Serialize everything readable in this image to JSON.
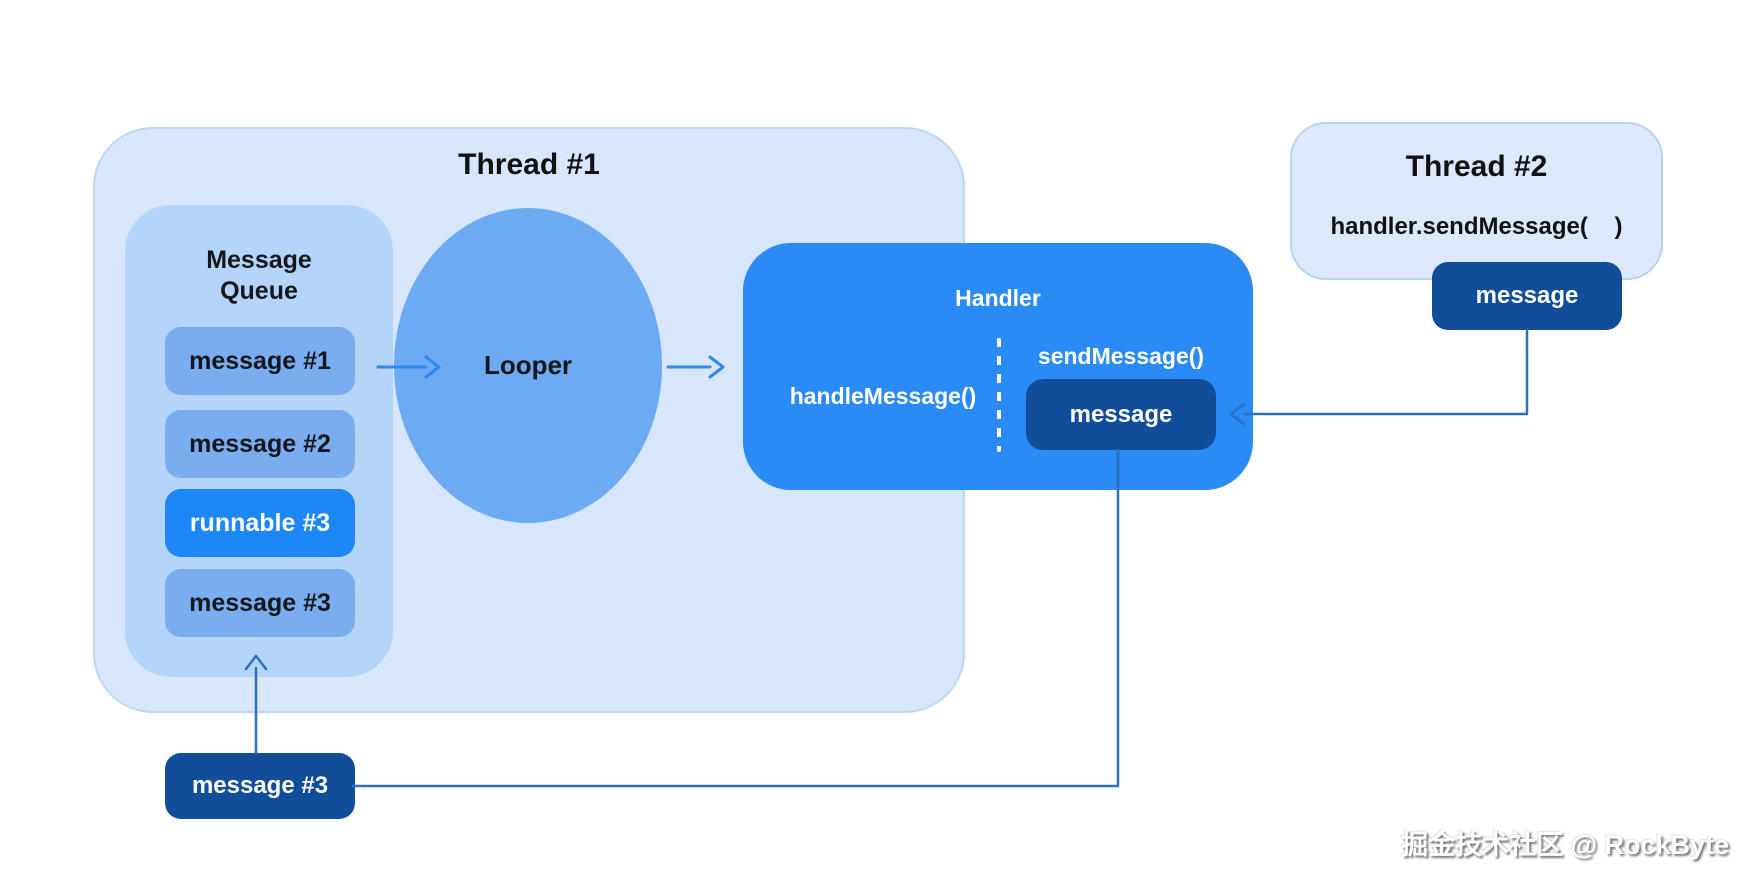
{
  "diagram": {
    "thread1": {
      "title": "Thread #1"
    },
    "message_queue": {
      "title": "Message\nQueue",
      "items": [
        {
          "label": "message #1",
          "variant": "normal"
        },
        {
          "label": "message #2",
          "variant": "normal"
        },
        {
          "label": "runnable #3",
          "variant": "highlight"
        },
        {
          "label": "message #3",
          "variant": "normal"
        }
      ]
    },
    "looper": {
      "label": "Looper"
    },
    "handler": {
      "title": "Handler",
      "handle_message_label": "handleMessage()",
      "send_message_label": "sendMessage()",
      "message_label": "message"
    },
    "thread2": {
      "title": "Thread #2",
      "code_label": "handler.sendMessage(    )",
      "message_label": "message"
    },
    "pending_message": {
      "label": "message #3"
    },
    "watermark": "掘金技术社区 @ RockByte",
    "colors": {
      "background": "#ffffff",
      "thread_fill": "#d7e6fb",
      "thread_border": "#bdd7f3",
      "message_queue_fill": "#b4d5f9",
      "queue_item_fill": "#79adf0",
      "highlight_blue": "#1d87f8",
      "handler_blue": "#2a8af6",
      "looper_blue": "#6caaf3",
      "navy": "#114d98",
      "arrow_bright": "#2f87f2",
      "arrow_dark": "#2e6fc2"
    }
  }
}
